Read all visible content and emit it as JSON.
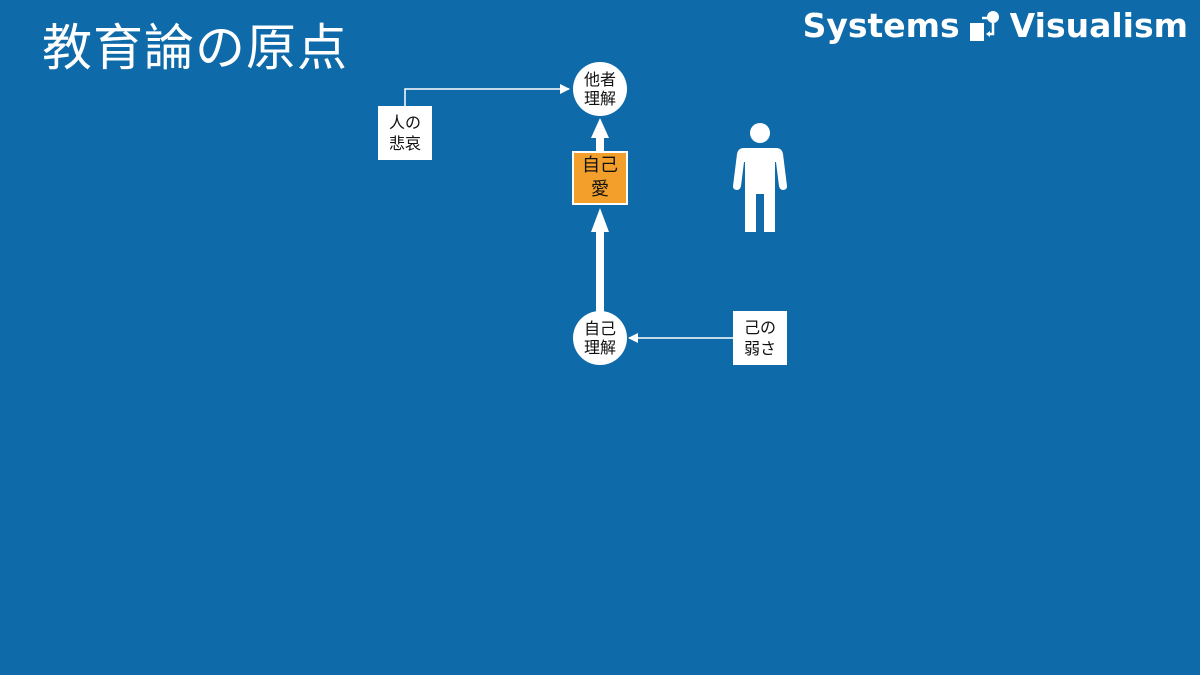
{
  "title": "教育論の原点",
  "logo": {
    "left_text": "Systems",
    "right_text": "Visualism",
    "icon": "systems-visualism-logo-icon"
  },
  "nodes": {
    "others_understanding": "他者\n理解",
    "self_love": "自己\n愛",
    "self_understanding": "自己\n理解",
    "human_sorrow": "人の\n悲哀",
    "own_weakness": "己の\n弱さ"
  },
  "icons": {
    "person": "person-icon"
  },
  "colors": {
    "background": "#0e6aa8",
    "highlight": "#f2a02b",
    "foreground": "#ffffff"
  }
}
